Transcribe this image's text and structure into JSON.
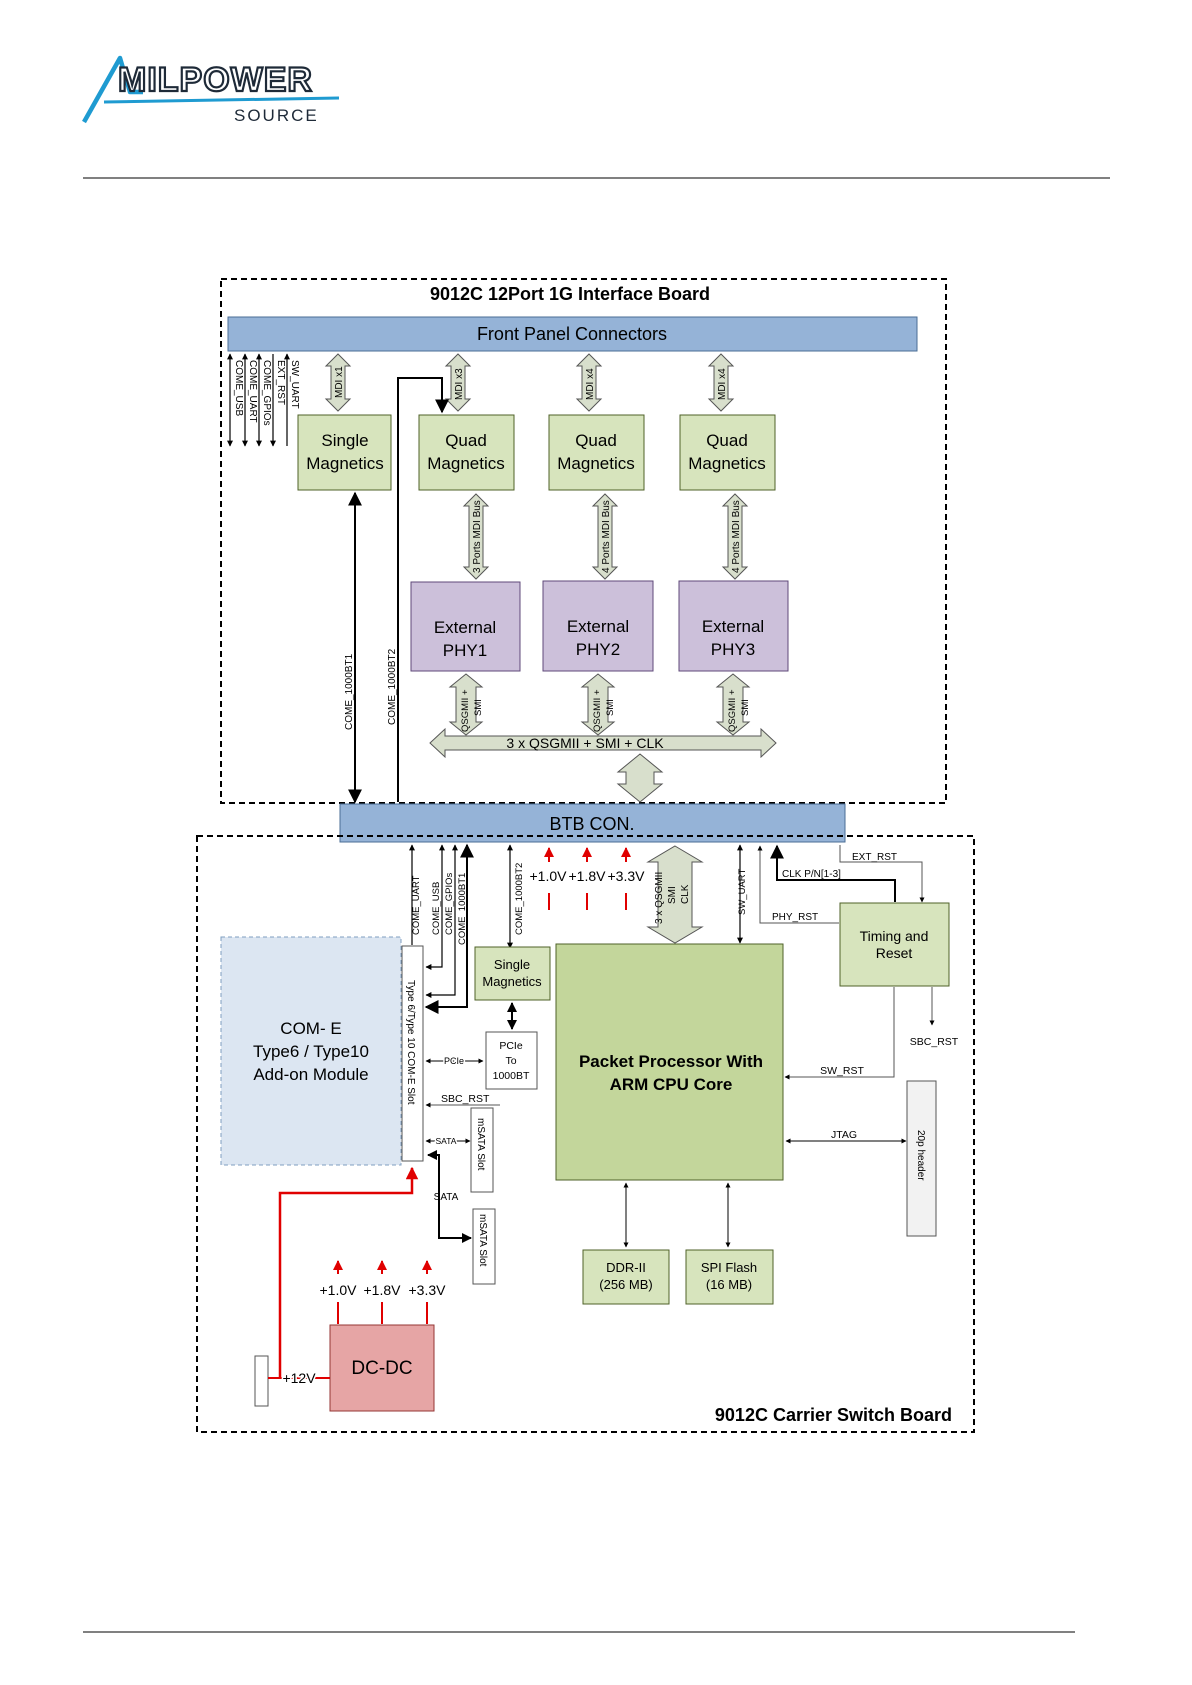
{
  "logo": {
    "brand": "MILPOWER",
    "sub": "SOURCE"
  },
  "interface_board": {
    "title": "9012C 12Port 1G Interface Board",
    "front_panel": "Front Panel Connectors",
    "side_signals": [
      "COME_USB",
      "COME_UART",
      "COME_GPIOs",
      "EXT_RST",
      "SW_UART"
    ],
    "mdi_labels": [
      "MDI x1",
      "MDI x3",
      "MDI x4",
      "MDI x4"
    ],
    "single_magnetics": [
      "Single",
      "Magnetics"
    ],
    "quad_magnetics": [
      [
        "Quad",
        "Magnetics"
      ],
      [
        "Quad",
        "Magnetics"
      ],
      [
        "Quad",
        "Magnetics"
      ]
    ],
    "mdi_bus": [
      "3 Ports MDI Bus",
      "4 Ports MDI Bus",
      "4 Ports MDI Bus"
    ],
    "phys": [
      [
        "External",
        "PHY1"
      ],
      [
        "External",
        "PHY2"
      ],
      [
        "External",
        "PHY3"
      ]
    ],
    "qsgmii_smi": [
      "QSGMII +",
      "SMI"
    ],
    "bus": "3 x QSGMII + SMI + CLK",
    "come_links": [
      "COME_1000BT1",
      "COME_1000BT2"
    ]
  },
  "btb": "BTB CON.",
  "carrier_board": {
    "title": "9012C Carrier Switch Board",
    "come_signals": [
      "COME_UART",
      "COME_USB",
      "COME_GPIOs",
      "COME_1000BT1"
    ],
    "come_1000bt2": "COME_1000BT2",
    "rails_top": [
      "+1.0V",
      "+1.8V",
      "+3.3V"
    ],
    "qsgmii_vertical": [
      "3 x QSGMII",
      "SMI",
      "CLK"
    ],
    "sw_uart": "SW_UART",
    "ext_rst": "EXT_RST",
    "clk": "CLK P/N[1-3]",
    "phy_rst": "PHY_RST",
    "timing": [
      "Timing and",
      "Reset"
    ],
    "sbc_rst_out": "SBC_RST",
    "sw_rst": "SW_RST",
    "come_module": [
      "COM- E",
      "Type6 / Type10",
      "Add-on Module"
    ],
    "slot": "Type 6/Type 10 COM-E Slot",
    "single_magnetics": [
      "Single",
      "Magnetics"
    ],
    "pcie_box": [
      "PCIe",
      "To",
      "1000BT"
    ],
    "pcie_label": "PCIe",
    "sbc_rst": "SBC_RST",
    "sata1": "SATA",
    "sata2": "SATA",
    "msata1": "mSATA Slot",
    "msata2": "mSATA Slot",
    "processor": [
      "Packet Processor With",
      "ARM CPU Core"
    ],
    "jtag": "JTAG",
    "header": "20p header",
    "ddr": [
      "DDR-II",
      "(256 MB)"
    ],
    "spi": [
      "SPI Flash",
      "(16 MB)"
    ],
    "rails_bottom": [
      "+1.0V",
      "+1.8V",
      "+3.3V"
    ],
    "dcdc": "DC-DC",
    "v12": "+12V"
  },
  "colors": {
    "connector_blue": "#95b3d7",
    "green_block": "#d7e4bd",
    "processor_green": "#c3d69b",
    "phy_purple": "#ccc0da",
    "come_module": "#dce6f2",
    "dcdc_red": "#e6a5a5",
    "power_red": "#e00000",
    "logo_blue": "#1f9bd1"
  }
}
